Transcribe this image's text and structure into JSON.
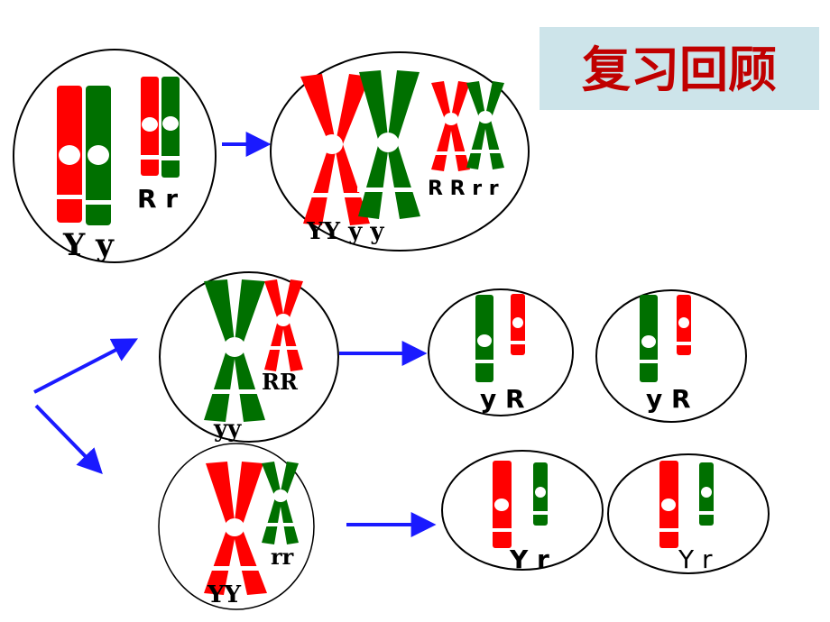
{
  "title": "复习回顾",
  "colors": {
    "maternal": "#ff0000",
    "paternal": "#007000",
    "arrow": "#1a1aff",
    "title_bg": "#cde4ea",
    "title_text": "#c00000"
  },
  "cells": {
    "initial": {
      "labels": {
        "big": "Y y",
        "small": "R r"
      }
    },
    "replicated": {
      "labels": {
        "big": "YY y y",
        "small": "R R r r"
      }
    },
    "mid_upper": {
      "labels": {
        "big": "yy",
        "small": "RR"
      }
    },
    "mid_lower": {
      "labels": {
        "big": "YY",
        "small": "rr"
      }
    },
    "gamete_1": {
      "label": "y R"
    },
    "gamete_2": {
      "label": "y R"
    },
    "gamete_3": {
      "label": "Y r"
    },
    "gamete_4": {
      "label": "Y r"
    }
  }
}
